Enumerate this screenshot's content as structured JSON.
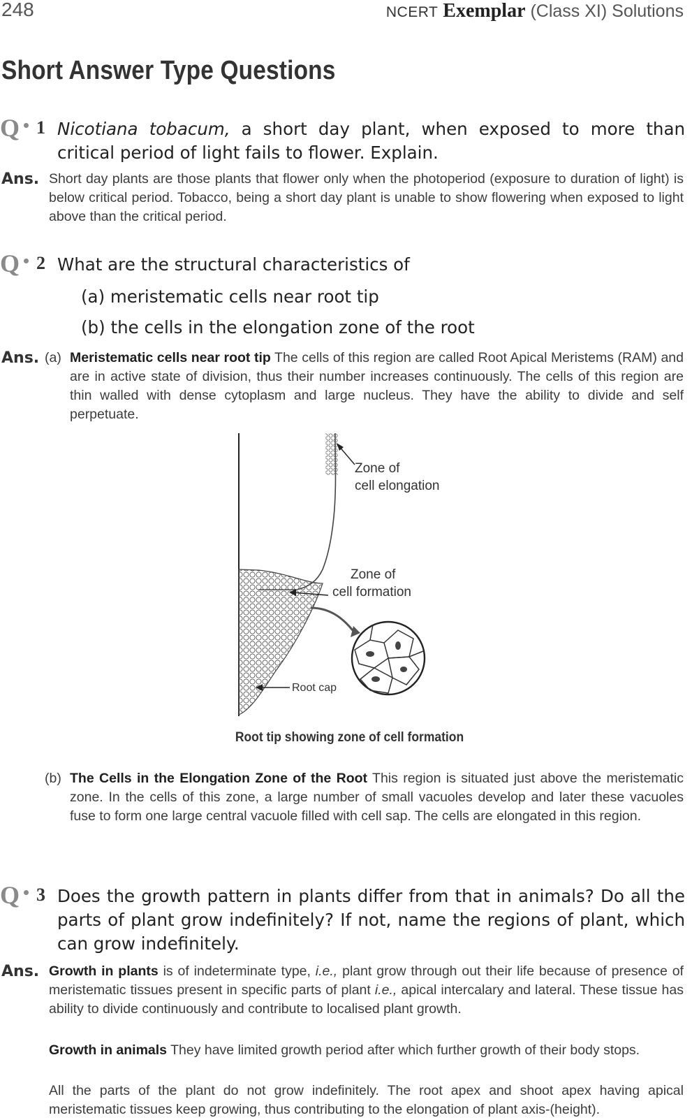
{
  "header": {
    "page_number": "248",
    "title_part1": "NCERT",
    "title_part2": "Exemplar",
    "title_part3": "(Class XI) Solutions"
  },
  "section_heading": "Short Answer Type Questions",
  "q1": {
    "mark": "Q",
    "number": "1",
    "text_italic": "Nicotiana tobacum,",
    "text_rest": " a short day plant, when exposed to more than critical period of light fails to flower. Explain.",
    "ans_label": "Ans.",
    "answer": "Short day plants are those plants that flower only when the photoperiod (exposure to duration of light) is below critical period. Tobacco, being a short day plant is unable to show flowering when exposed to light above than the critical period."
  },
  "q2": {
    "mark": "Q",
    "number": "2",
    "text": "What are the structural characteristics of",
    "sub_a": "(a) meristematic cells near root tip",
    "sub_b": "(b) the cells in the elongation zone of the root",
    "ans_label": "Ans.",
    "ans_a_label": "(a)",
    "ans_a_heading": "Meristematic cells near root tip",
    "ans_a_body": " The cells of this region are called Root Apical Meristems (RAM) and are in active state of division, thus their number increases continuously. The cells of this region are thin walled with dense cytoplasm and large nucleus. They have the ability to divide and self perpetuate.",
    "ans_b_label": "(b)",
    "ans_b_heading": "The Cells in the Elongation Zone of the Root",
    "ans_b_body": " This region is situated just above the meristematic zone. In the cells of this zone, a large number of small vacuoles develop and later these vacuoles fuse to form one large central vacuole filled with cell sap. The cells are elongated in this region."
  },
  "figure": {
    "label_elongation_1": "Zone of",
    "label_elongation_2": "cell elongation",
    "label_formation_1": "Zone of",
    "label_formation_2": "cell formation",
    "label_root_cap": "Root cap",
    "caption": "Root tip showing zone of cell formation"
  },
  "q3": {
    "mark": "Q",
    "number": "3",
    "text": "Does the growth pattern in plants differ from that in animals? Do all the parts of plant grow indefinitely? If not, name the regions of plant, which can grow indefinitely.",
    "ans_label": "Ans.",
    "p1_heading": "Growth in plants",
    "p1_body_1": " is of indeterminate type, ",
    "p1_ie_1": "i.e.,",
    "p1_body_2": " plant grow through out their life because of presence of meristematic tissues present in specific  parts of plant ",
    "p1_ie_2": "i.e.,",
    "p1_body_3": " apical intercalary and lateral. These tissue has ability to divide continuously and contribute to localised plant growth.",
    "p2_heading": "Growth in animals",
    "p2_body": " They have limited growth period after which further growth of their body stops.",
    "p3_body": "All the parts of the plant do not grow indefinitely. The root apex and shoot apex having apical meristematic tissues keep growing, thus contributing to the elongation of plant axis-(height)."
  }
}
